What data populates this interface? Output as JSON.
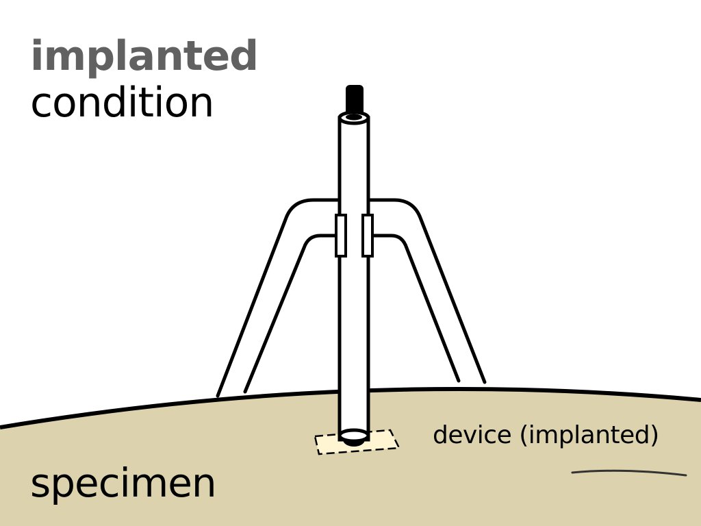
{
  "title": {
    "line1": "implanted",
    "line2": "condition"
  },
  "labels": {
    "specimen": "specimen",
    "device": "device (implanted)"
  },
  "colors": {
    "title_line1": "#616161",
    "title_line2": "#000000",
    "specimen_fill": "#ddd2ae",
    "implant_site_fill": "#fff5d2",
    "stroke": "#000000",
    "device_body": "#ffffff",
    "device_tip": "#000000",
    "callout_line": "#333333",
    "text": "#000000"
  }
}
